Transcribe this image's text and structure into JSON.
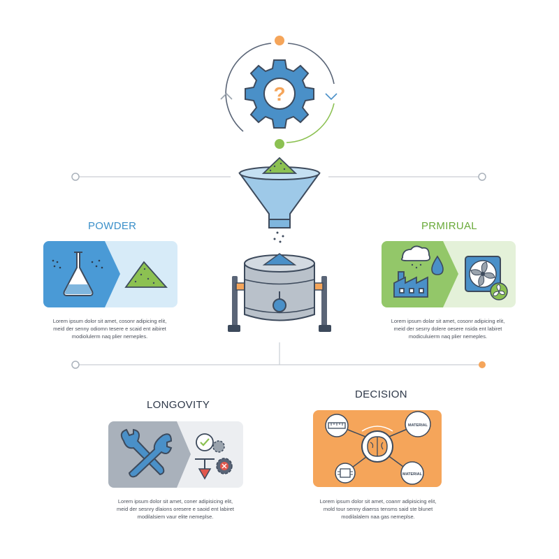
{
  "sections": {
    "powder": {
      "title": "POWDER",
      "desc": [
        "Lorem ipsum dolor sit amet, cosonr adipicing elit,",
        "meid der senny odiomn tesere e scaid ent aibiret",
        "modiolulerm naq plier nemeples."
      ]
    },
    "primrual": {
      "title": "PRMIRUAL",
      "desc": [
        "Lorem ipsum dolar sit amet, cosonr adipicing elit,",
        "meid der sesrry dolere oesere nsida ent labiret",
        "modiculuierm naq plier nemeples."
      ]
    },
    "longovity": {
      "title": "LONGOVITY",
      "desc": [
        "Lorem ipsum dolor sit amet, coner adipisicing elit,",
        "meid der sesnry dlaions oresere e saoid ent labiret",
        "modilalsiem vaur elite nemeplse."
      ]
    },
    "decision": {
      "title": "DECISION",
      "desc": [
        "Lorem ipsum dolor sit amet, coanrr adipisicing elit,",
        "mold tour senny diaerss tensms said ste blunet",
        "modilalalem naa gas nemeplse."
      ]
    }
  },
  "decision_labels": [
    "MATERIAL",
    "MATERIAL"
  ],
  "colors": {
    "blue": "#4a90c8",
    "green": "#8cc152",
    "orange": "#f5a55a",
    "dark": "#3d4a5c",
    "gray": "#9aa3ad",
    "red": "#e2574c",
    "powder_title": "#3a8fc9",
    "primrual_title": "#6aaa3a"
  },
  "icons": [
    "question-gear-icon",
    "funnel-icon",
    "mixer-vessel-icon",
    "flask-icon",
    "powder-pile-icon",
    "factory-icon",
    "cloud-icon",
    "water-drop-icon",
    "fan-icon",
    "wrench-icon",
    "check-gear-icon",
    "down-arrow-icon",
    "brain-icon",
    "ruler-icon",
    "chip-icon"
  ]
}
